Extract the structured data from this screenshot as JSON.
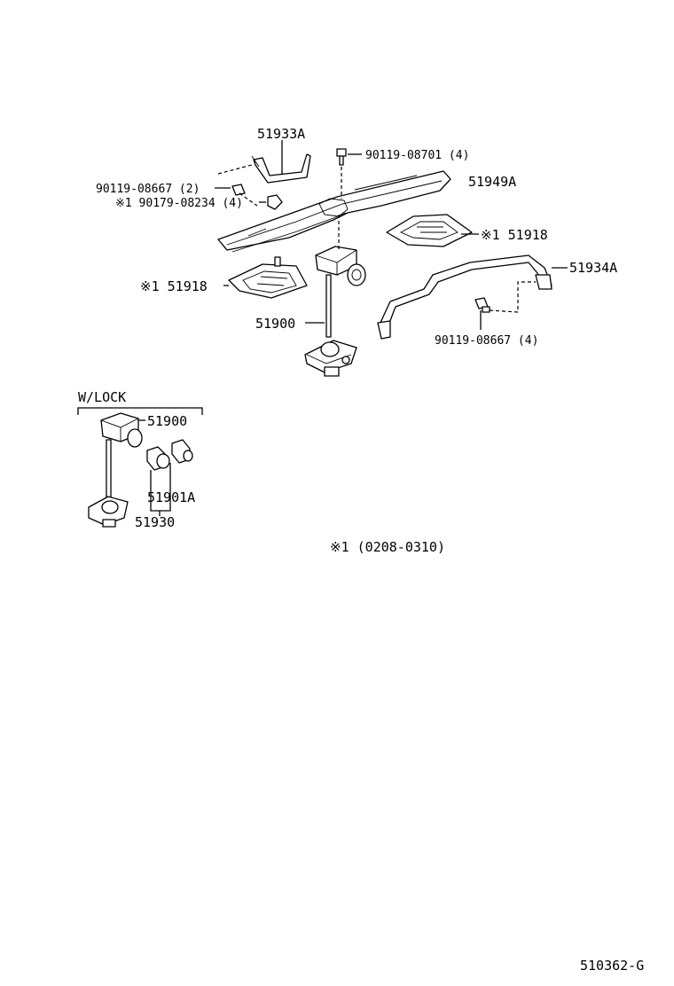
{
  "labels": {
    "p51933A": "51933A",
    "p90119_08701": "90119-08701 (4)",
    "p90119_08667_left": "90119-08667 (2)",
    "p90179_08234": "※1 90179-08234 (4)",
    "p51949A": "51949A",
    "p51918_right": "※1 51918",
    "p51934A": "51934A",
    "p51918_left": "※1 51918",
    "p51900_main": "51900",
    "p90119_08667_right": "90119-08667 (4)",
    "wlock": "W/LOCK",
    "p51900_lock": "51900",
    "p51901A": "51901A",
    "p51930": "51930",
    "footnote": "※1 (0208-0310)",
    "diagram_id": "510362-G"
  }
}
